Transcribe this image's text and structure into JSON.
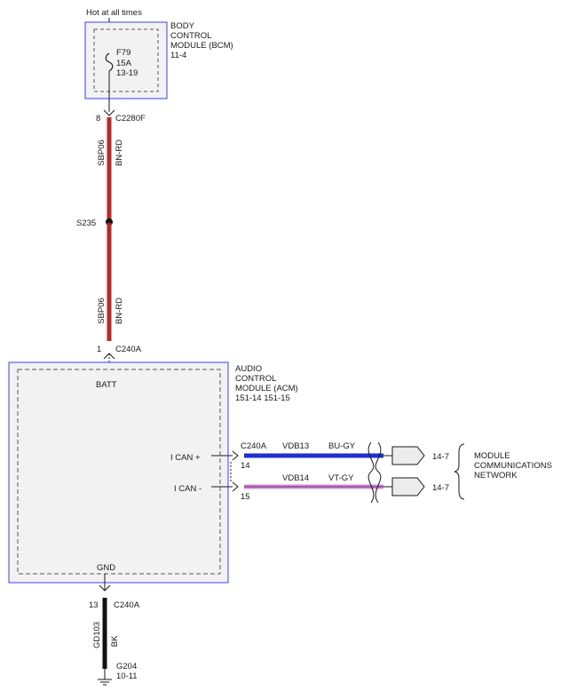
{
  "colors": {
    "module_border": "#3c3cff",
    "module_fill": "#f2f2f2",
    "wire_bn_rd": "#b52a2a",
    "wire_bu_gy": "#1f2fd0",
    "wire_vt_gy": "#d08cd6",
    "wire_bk": "#111111",
    "ink": "#1a1a1a"
  },
  "power": {
    "label": "Hot at all times"
  },
  "bcm": {
    "name_line1": "BODY",
    "name_line2": "CONTROL",
    "name_line3": "MODULE (BCM)",
    "page_ref": "11-4",
    "fuse_id": "F79",
    "fuse_rating": "15A",
    "fuse_ref": "13-19"
  },
  "c2280f": {
    "pin": "8",
    "name": "C2280F"
  },
  "wire_upper": {
    "circuit": "SBP06",
    "color": "BN-RD"
  },
  "splice": {
    "name": "S235"
  },
  "wire_lower": {
    "circuit": "SBP06",
    "color": "BN-RD"
  },
  "c240a_top": {
    "pin": "1",
    "name": "C240A"
  },
  "acm": {
    "name_line1": "AUDIO",
    "name_line2": "CONTROL",
    "name_line3": "MODULE (ACM)",
    "page_ref": "151-14  151-15",
    "pin_batt": "BATT",
    "pin_ican_plus": "I CAN +",
    "pin_ican_minus": "I CAN -",
    "pin_gnd": "GND"
  },
  "can_plus": {
    "connector": "C240A",
    "pin": "14",
    "circuit": "VDB13",
    "color": "BU-GY",
    "ref": "14-7"
  },
  "can_minus": {
    "pin": "15",
    "circuit": "VDB14",
    "color": "VT-GY",
    "ref": "14-7"
  },
  "network": {
    "line1": "MODULE",
    "line2": "COMMUNICATIONS",
    "line3": "NETWORK"
  },
  "c240a_bottom": {
    "pin": "13",
    "name": "C240A"
  },
  "wire_ground": {
    "circuit": "GD103",
    "color": "BK"
  },
  "ground": {
    "name": "G204",
    "ref": "10-11"
  }
}
